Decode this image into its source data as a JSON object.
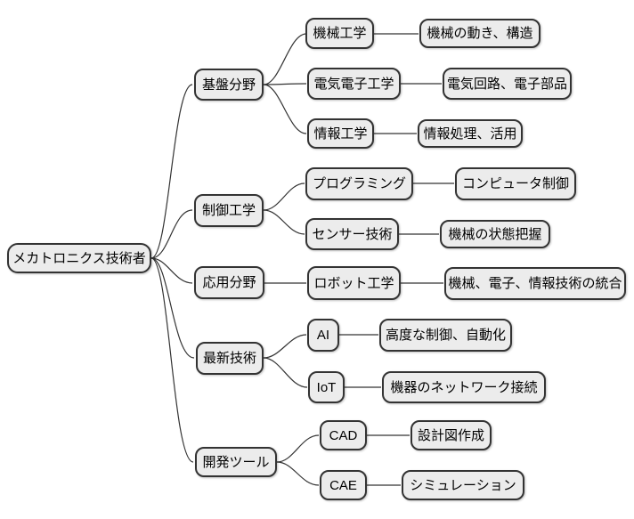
{
  "diagram": {
    "type": "mindmap",
    "root": {
      "label": "メカトロニクス技術者"
    },
    "branches": [
      {
        "label": "基盤分野",
        "children": [
          {
            "label": "機械工学",
            "desc": "機械の動き、構造"
          },
          {
            "label": "電気電子工学",
            "desc": "電気回路、電子部品"
          },
          {
            "label": "情報工学",
            "desc": "情報処理、活用"
          }
        ]
      },
      {
        "label": "制御工学",
        "children": [
          {
            "label": "プログラミング",
            "desc": "コンピュータ制御"
          },
          {
            "label": "センサー技術",
            "desc": "機械の状態把握"
          }
        ]
      },
      {
        "label": "応用分野",
        "children": [
          {
            "label": "ロボット工学",
            "desc": "機械、電子、情報技術の統合"
          }
        ]
      },
      {
        "label": "最新技術",
        "children": [
          {
            "label": "AI",
            "desc": "高度な制御、自動化"
          },
          {
            "label": "IoT",
            "desc": "機器のネットワーク接続"
          }
        ]
      },
      {
        "label": "開発ツール",
        "children": [
          {
            "label": "CAD",
            "desc": "設計図作成"
          },
          {
            "label": "CAE",
            "desc": "シミュレーション"
          }
        ]
      }
    ],
    "colors": {
      "background": "#ffffff",
      "node_fill": "#ececec",
      "node_border": "#333333",
      "edge": "#333333",
      "text": "#000000"
    }
  }
}
